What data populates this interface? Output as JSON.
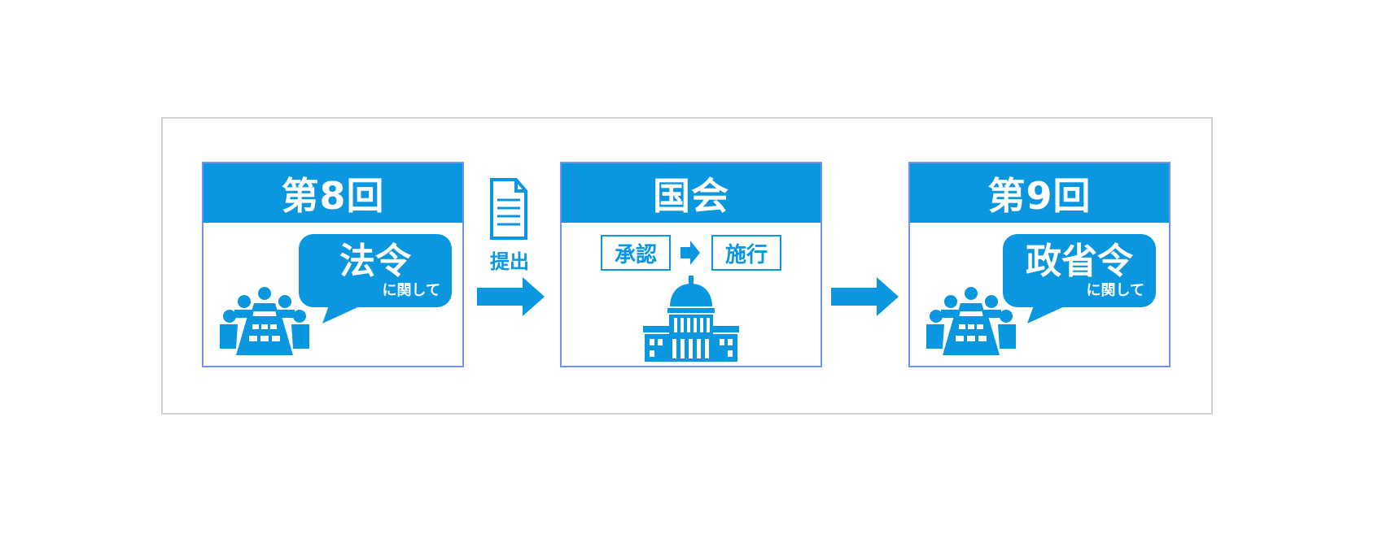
{
  "flow": {
    "step1": {
      "title": "第8回",
      "bubble_main": "法令",
      "bubble_sub": "に関して"
    },
    "submit_label": "提出",
    "step2": {
      "title": "国会",
      "tag_left": "承認",
      "tag_right": "施行"
    },
    "step3": {
      "title": "第9回",
      "bubble_main": "政省令",
      "bubble_sub": "に関して"
    }
  },
  "colors": {
    "accent": "#0b97df",
    "panel_border": "#6f96ee",
    "frame_border": "#cfcfcf"
  },
  "icons": [
    "meeting-icon",
    "document-icon",
    "arrow-right-icon",
    "capitol-building-icon"
  ]
}
